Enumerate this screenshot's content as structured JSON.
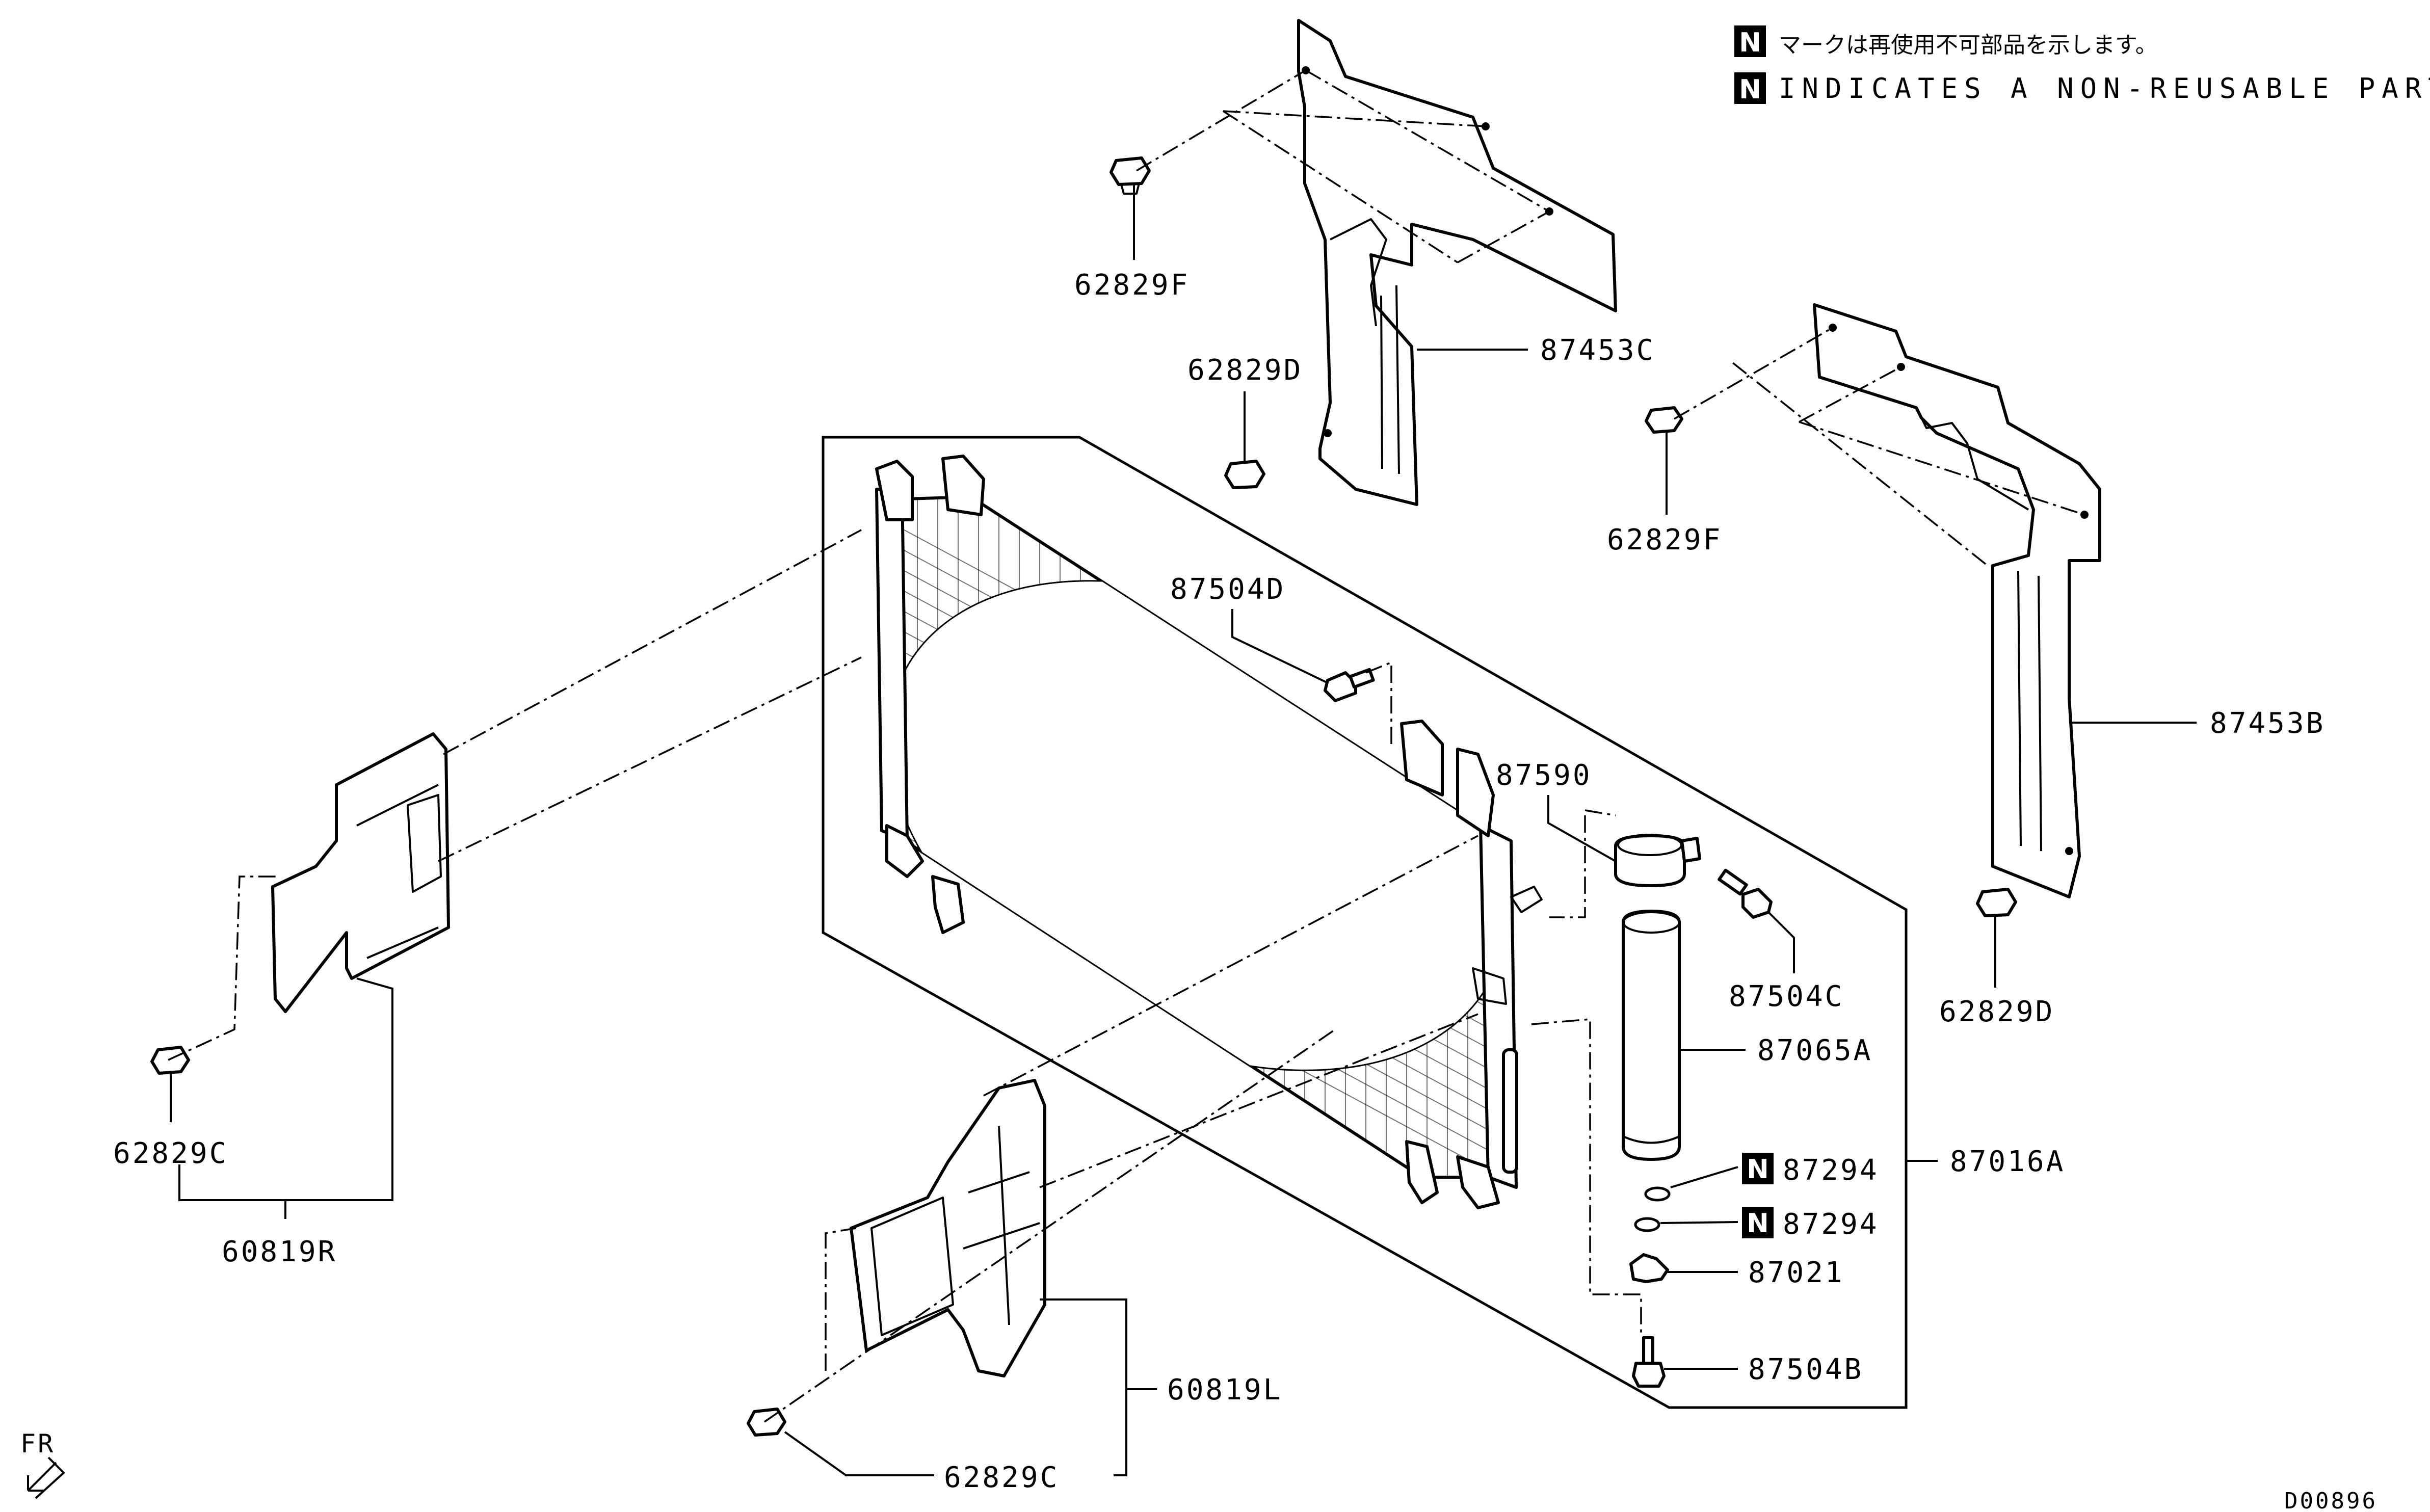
{
  "legend": {
    "badge": "N",
    "jp": "マークは再使用不可部品を示します。",
    "en": "INDICATES A NON-REUSABLE PART."
  },
  "labels": {
    "p62829F_top": "62829F",
    "p87453C": "87453C",
    "p62829D_top": "62829D",
    "p62829F_right": "62829F",
    "p87453B": "87453B",
    "p62829D_right": "62829D",
    "p87504D": "87504D",
    "p87590": "87590",
    "p87504C": "87504C",
    "p87065A": "87065A",
    "p87294_a": "87294",
    "p87294_b": "87294",
    "p87016A": "87016A",
    "p87021": "87021",
    "p87504B": "87504B",
    "p62829C_left": "62829C",
    "p60819R": "60819R",
    "p60819L": "60819L",
    "p62829C_bottom": "62829C"
  },
  "front_marker": "FR",
  "drawing_code": "D00896"
}
